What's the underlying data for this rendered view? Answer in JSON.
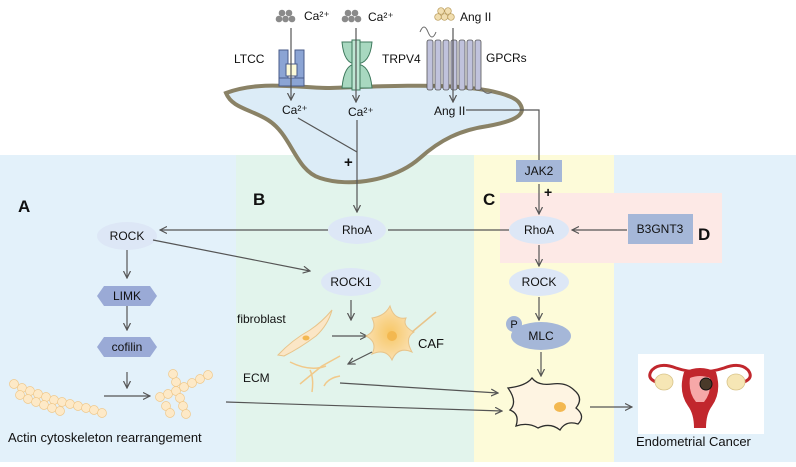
{
  "panels": {
    "a": "A",
    "b": "B",
    "c": "C",
    "d": "D"
  },
  "ions": {
    "ca_out_1": "Ca²⁺",
    "ca_out_2": "Ca²⁺",
    "ang_out": "Ang II",
    "ca_in_1": "Ca²⁺",
    "ca_in_2": "Ca²⁺",
    "ang_in": "Ang II"
  },
  "channels": {
    "ltcc": "LTCC",
    "trpv4": "TRPV4",
    "gpcrs": "GPCRs"
  },
  "signs": {
    "plus_cell": "+",
    "plus_jak": "+"
  },
  "nodes": {
    "rock_a": "ROCK",
    "limk": "LIMK",
    "cofilin": "cofilin",
    "rhoa_b": "RhoA",
    "rock1": "ROCK1",
    "jak2": "JAK2",
    "rhoa_c": "RhoA",
    "b3gnt3": "B3GNT3",
    "rock_c": "ROCK",
    "mlc": "MLC",
    "p": "P"
  },
  "labels": {
    "fibroblast": "fibroblast",
    "caf": "CAF",
    "ecm": "ECM",
    "actin": "Actin cytoskeleton rearrangement",
    "endometrial": "Endometrial Cancer"
  },
  "colors": {
    "panel_a_bg": "#e3f1fa",
    "panel_b_bg": "#e2f4ec",
    "panel_c_bg": "#fdfbd9",
    "panel_d_bg": "#fde9e6",
    "cell_fill": "#dcecf7",
    "node_fill": "#dde7f6",
    "dark_node_fill": "#a5b7d8",
    "hex_fill": "#9aaad6",
    "channel_blue": "#8ba4d4",
    "channel_green": "#a8d8c0",
    "channel_purple": "#c0c2dc",
    "cell_orange": "#fbe6c6",
    "uterus_red": "#c1272d"
  }
}
